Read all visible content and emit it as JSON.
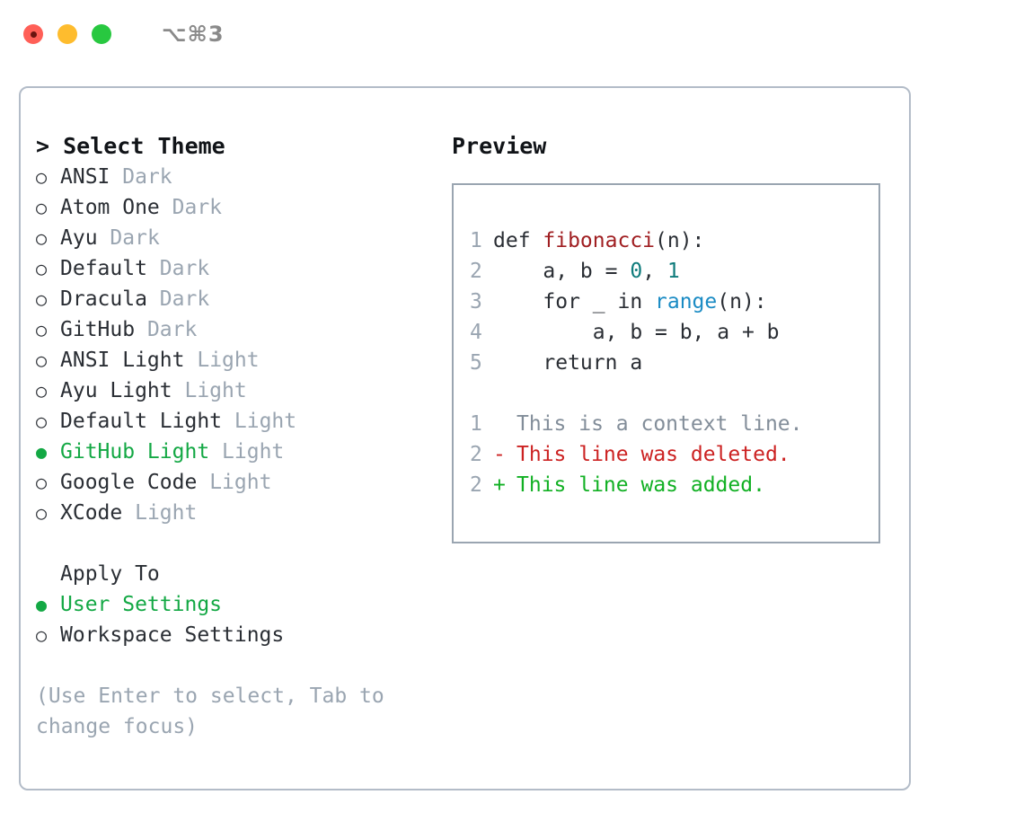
{
  "window": {
    "shortcut": "⌥⌘3",
    "traffic_lights": [
      {
        "name": "close",
        "color": "#ff5f57"
      },
      {
        "name": "minimize",
        "color": "#febc2e"
      },
      {
        "name": "zoom",
        "color": "#28c840"
      }
    ]
  },
  "theme_picker": {
    "header": "> Select Theme",
    "items": [
      {
        "bullet": "○",
        "name": "ANSI",
        "tag": "Dark",
        "selected": false
      },
      {
        "bullet": "○",
        "name": "Atom One",
        "tag": "Dark",
        "selected": false
      },
      {
        "bullet": "○",
        "name": "Ayu",
        "tag": "Dark",
        "selected": false
      },
      {
        "bullet": "○",
        "name": "Default",
        "tag": "Dark",
        "selected": false
      },
      {
        "bullet": "○",
        "name": "Dracula",
        "tag": "Dark",
        "selected": false
      },
      {
        "bullet": "○",
        "name": "GitHub",
        "tag": "Dark",
        "selected": false
      },
      {
        "bullet": "○",
        "name": "ANSI Light",
        "tag": "Light",
        "selected": false
      },
      {
        "bullet": "○",
        "name": "Ayu Light",
        "tag": "Light",
        "selected": false
      },
      {
        "bullet": "○",
        "name": "Default Light",
        "tag": "Light",
        "selected": false
      },
      {
        "bullet": "●",
        "name": "GitHub Light",
        "tag": "Light",
        "selected": true
      },
      {
        "bullet": "○",
        "name": "Google Code",
        "tag": "Light",
        "selected": false
      },
      {
        "bullet": "○",
        "name": "XCode",
        "tag": "Light",
        "selected": false
      }
    ]
  },
  "apply_to": {
    "header": "Apply To",
    "items": [
      {
        "bullet": "●",
        "name": "User Settings",
        "selected": true
      },
      {
        "bullet": "○",
        "name": "Workspace Settings",
        "selected": false
      }
    ]
  },
  "hint": "(Use Enter to select, Tab to change focus)",
  "preview": {
    "header": "Preview",
    "code_lines": [
      {
        "n": "1",
        "parts": [
          {
            "t": "def ",
            "c": "plain"
          },
          {
            "t": "fibonacci",
            "c": "fn"
          },
          {
            "t": "(n):",
            "c": "plain"
          }
        ]
      },
      {
        "n": "2",
        "parts": [
          {
            "t": "    a, b = ",
            "c": "plain"
          },
          {
            "t": "0",
            "c": "num"
          },
          {
            "t": ", ",
            "c": "plain"
          },
          {
            "t": "1",
            "c": "num"
          }
        ]
      },
      {
        "n": "3",
        "parts": [
          {
            "t": "    for _ in ",
            "c": "plain"
          },
          {
            "t": "range",
            "c": "call"
          },
          {
            "t": "(n):",
            "c": "plain"
          }
        ]
      },
      {
        "n": "4",
        "parts": [
          {
            "t": "        a, b = b, a + b",
            "c": "plain"
          }
        ]
      },
      {
        "n": "5",
        "parts": [
          {
            "t": "    return a",
            "c": "plain"
          }
        ]
      }
    ],
    "diff_lines": [
      {
        "n": "1",
        "mark": " ",
        "text": "This is a context line.",
        "kind": "ctx"
      },
      {
        "n": "2",
        "mark": "-",
        "text": "This line was deleted.",
        "kind": "del"
      },
      {
        "n": "2",
        "mark": "+",
        "text": "This line was added.",
        "kind": "add"
      }
    ]
  },
  "colors": {
    "accent_green": "#13a844",
    "muted": "#9aa5b1",
    "text": "#2a2e34",
    "fn": "#a01f22",
    "num": "#0f7c7c",
    "call": "#1a8bc4",
    "diff_del": "#cc2222",
    "diff_add": "#11b023"
  }
}
